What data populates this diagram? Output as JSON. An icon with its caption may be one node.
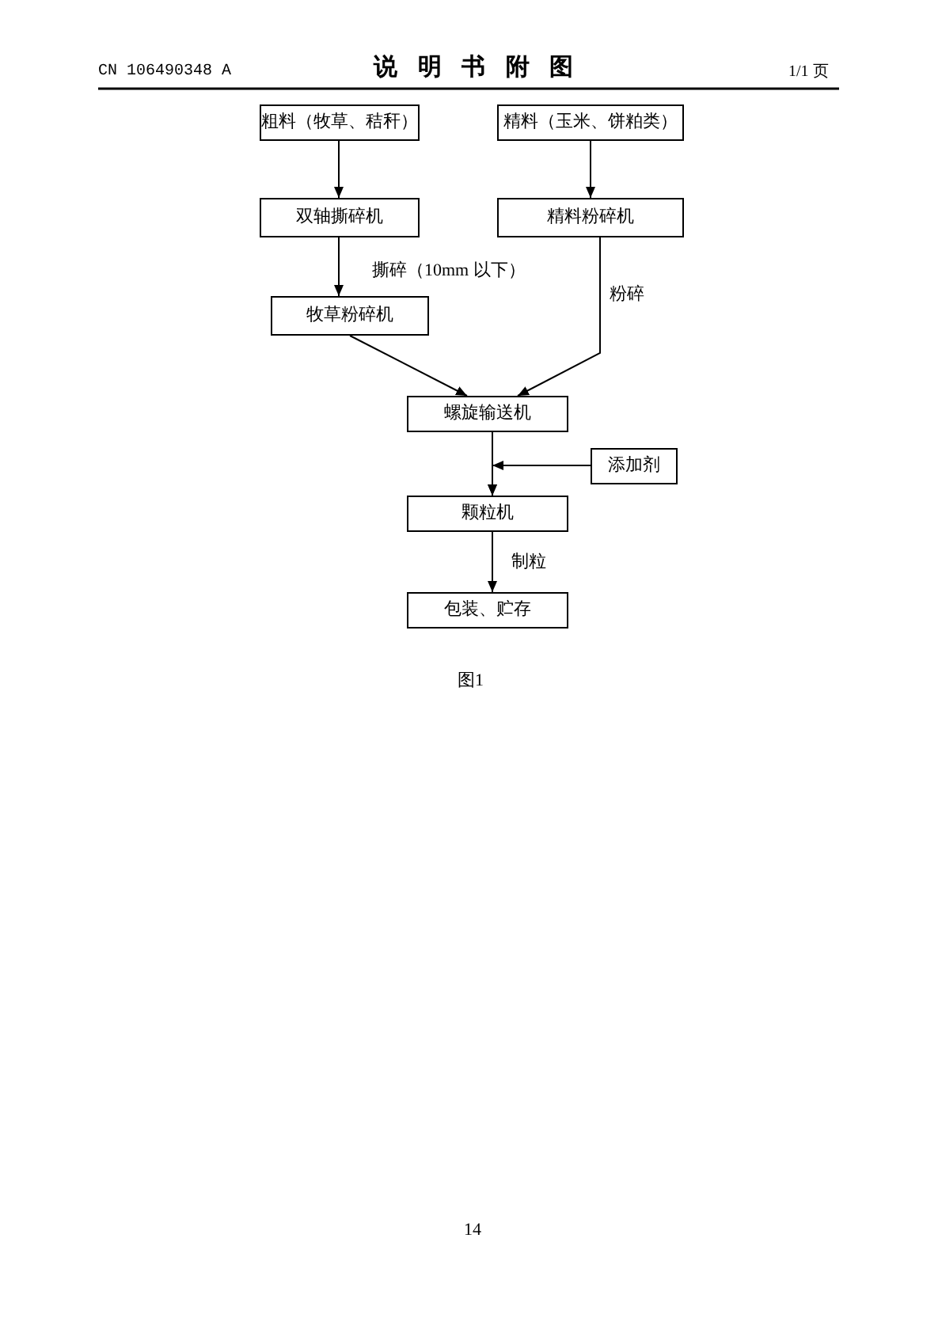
{
  "diagram": {
    "title": "说明书附图",
    "caption": "图1",
    "nodes": [
      {
        "text": [
          "粗料（牧草、秸秆）"
        ]
      },
      {
        "text": [
          "精料（玉米、饼粕类）"
        ]
      },
      {
        "text": [
          "双轴撕碎机"
        ]
      },
      {
        "text": [
          "精料粉碎机"
        ]
      },
      {
        "text": [
          "牧草粉碎机"
        ]
      },
      {
        "text": [
          "螺旋输送机"
        ]
      },
      {
        "text": [
          "添加剂"
        ]
      },
      {
        "text": [
          "颗粒机"
        ]
      },
      {
        "text": [
          "包装、贮存"
        ]
      }
    ],
    "edges": [
      {
        "from": 0,
        "to": 2,
        "arrow": "to"
      },
      {
        "from": 1,
        "to": 3,
        "arrow": "to"
      },
      {
        "from": 2,
        "to": 4,
        "arrow": "to",
        "label": "撕碎（10mm 以下）"
      },
      {
        "from": 3,
        "to": 5,
        "arrow": "to",
        "label": "粉碎"
      },
      {
        "from": 4,
        "to": 5,
        "arrow": "to"
      },
      {
        "from": 5,
        "to": 7,
        "arrow": "to"
      },
      {
        "from": 6,
        "to": 7,
        "arrow": "to"
      },
      {
        "from": 7,
        "to": 8,
        "arrow": "to",
        "label": "制粒"
      }
    ],
    "labels": [
      "CN 106490348 A",
      "1/1 页",
      "14"
    ]
  }
}
